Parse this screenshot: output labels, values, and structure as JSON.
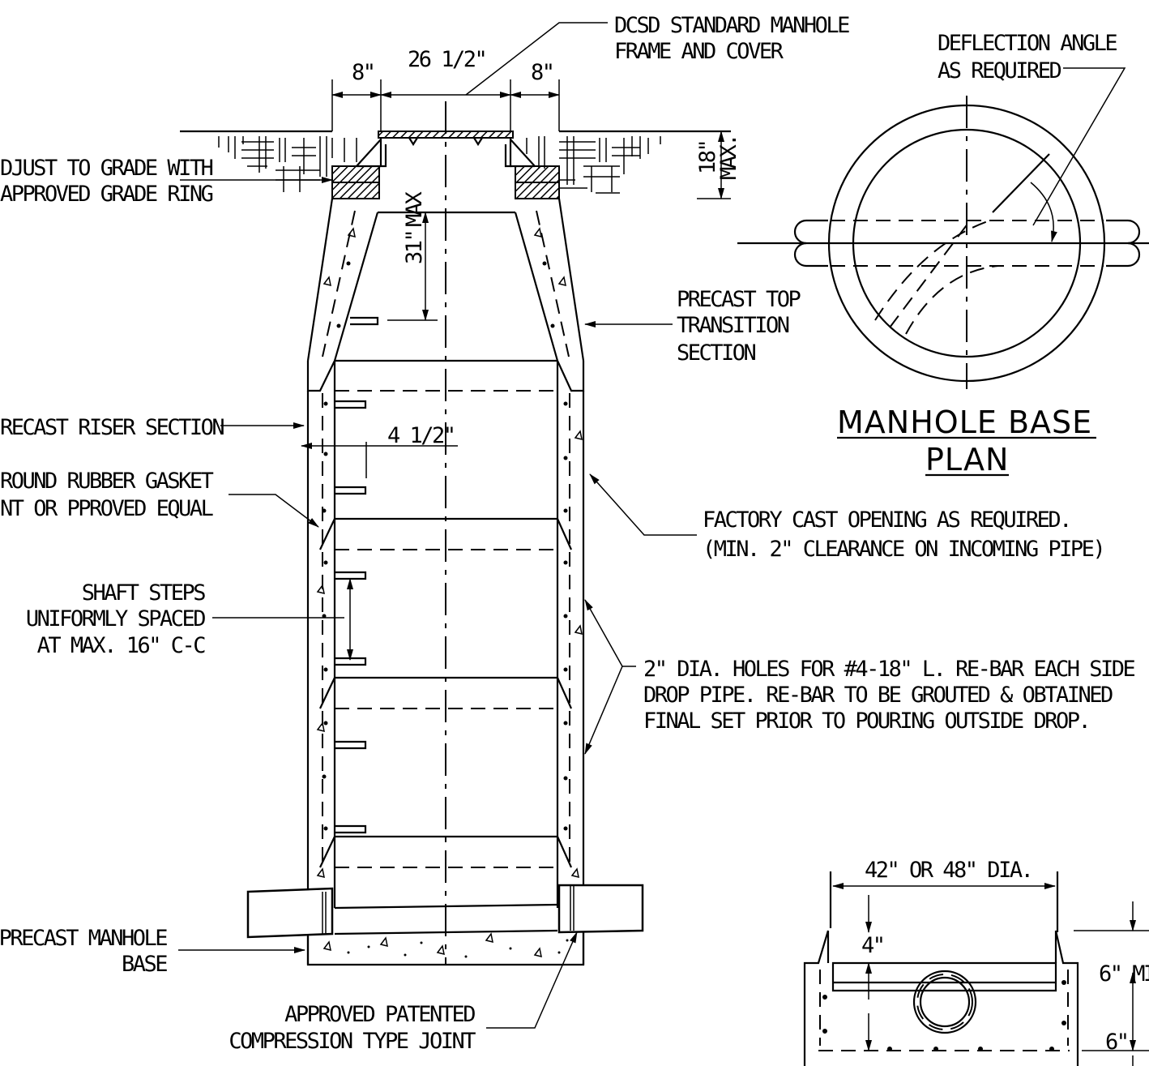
{
  "labels": {
    "frame_cover_1": "DCSD STANDARD MANHOLE",
    "frame_cover_2": "FRAME AND COVER",
    "deflection_1": "DEFLECTION ANGLE",
    "deflection_2": "AS REQUIRED",
    "adjust_1": "DJUST TO GRADE WITH",
    "adjust_2": "APPROVED GRADE RING",
    "precast_top_1": "PRECAST TOP",
    "precast_top_2": "TRANSITION",
    "precast_top_3": "SECTION",
    "riser": "RECAST RISER SECTION",
    "gasket_1": "ROUND RUBBER GASKET",
    "gasket_2": "NT OR PPROVED EQUAL",
    "factory_1": "FACTORY CAST OPENING AS REQUIRED.",
    "factory_2": "(MIN. 2\" CLEARANCE ON INCOMING PIPE)",
    "steps_1": "SHAFT STEPS",
    "steps_2": "UNIFORMLY SPACED",
    "steps_3": "AT MAX. 16\" C-C",
    "holes_1": "2\" DIA. HOLES FOR #4-18\" L. RE-BAR EACH SIDE",
    "holes_2": "DROP PIPE. RE-BAR TO BE GROUTED & OBTAINED",
    "holes_3": "FINAL SET PRIOR TO POURING OUTSIDE DROP.",
    "base_1": "PRECAST MANHOLE",
    "base_2": "BASE",
    "joint_1": "APPROVED PATENTED",
    "joint_2": "COMPRESSION TYPE JOINT"
  },
  "dimensions": {
    "left_8": "8\"",
    "opening": "26 1/2\"",
    "right_8": "8\"",
    "max18": "18\"",
    "max18_suffix": "MAX.",
    "max31": "31\"",
    "max31_suffix": "MAX",
    "step_offset": "4 1/2\"",
    "base_dia": "42\" OR 48\" DIA.",
    "base_4": "4\"",
    "base_6min": "6\" MI",
    "base_6": "6\""
  },
  "titles": {
    "plan_1": "MANHOLE BASE",
    "plan_2": "PLAN"
  }
}
